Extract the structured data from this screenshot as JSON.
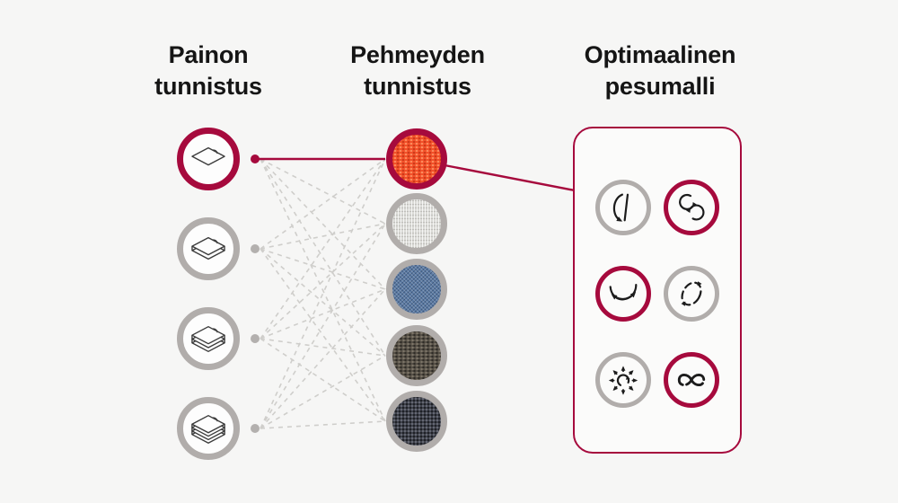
{
  "diagram": {
    "title": "LG AI wash detection diagram",
    "columns": [
      {
        "id": "weight",
        "title": "Painon tunnistus",
        "items": [
          {
            "name": "weight-level-1",
            "icon": "fabric-sheet-single-icon",
            "highlighted": true
          },
          {
            "name": "weight-level-2",
            "icon": "fabric-slab-thin-icon",
            "highlighted": false
          },
          {
            "name": "weight-level-3",
            "icon": "fabric-stack-medium-icon",
            "highlighted": false
          },
          {
            "name": "weight-level-4",
            "icon": "fabric-stack-thick-icon",
            "highlighted": false
          }
        ]
      },
      {
        "id": "softness",
        "title": "Pehmeyden tunnistus",
        "items": [
          {
            "name": "swatch-orange-knit",
            "color": "#f3512a",
            "highlighted": true
          },
          {
            "name": "swatch-light-linen",
            "color": "#dadad6",
            "highlighted": false
          },
          {
            "name": "swatch-blue-denim",
            "color": "#5b7aa3",
            "highlighted": false
          },
          {
            "name": "swatch-dark-olive-weave",
            "color": "#565047",
            "highlighted": false
          },
          {
            "name": "swatch-charcoal-tweed",
            "color": "#3d404a",
            "highlighted": false
          }
        ]
      },
      {
        "id": "program",
        "title": "Optimaalinen pesumalli",
        "items": [
          {
            "name": "wash-motion-rolling",
            "highlighted": false
          },
          {
            "name": "wash-motion-tumble",
            "highlighted": true
          },
          {
            "name": "wash-motion-swing",
            "highlighted": true
          },
          {
            "name": "wash-motion-stepping",
            "highlighted": false
          },
          {
            "name": "wash-motion-scrub",
            "highlighted": false
          },
          {
            "name": "wash-motion-filtration",
            "highlighted": true
          }
        ]
      }
    ],
    "connections": {
      "dashed": "every weight node links to every softness swatch",
      "solid_path": [
        "weight-level-1",
        "swatch-orange-knit",
        "program-panel"
      ]
    },
    "colors": {
      "brand_burgundy": "#a60a3d",
      "ring_gray": "#b1adab",
      "dashed_line_gray": "#cfcecb",
      "background": "#f6f6f5",
      "panel_background": "#fbfbfa",
      "text": "#151515",
      "icon_stroke": "#1c1c1c"
    }
  }
}
